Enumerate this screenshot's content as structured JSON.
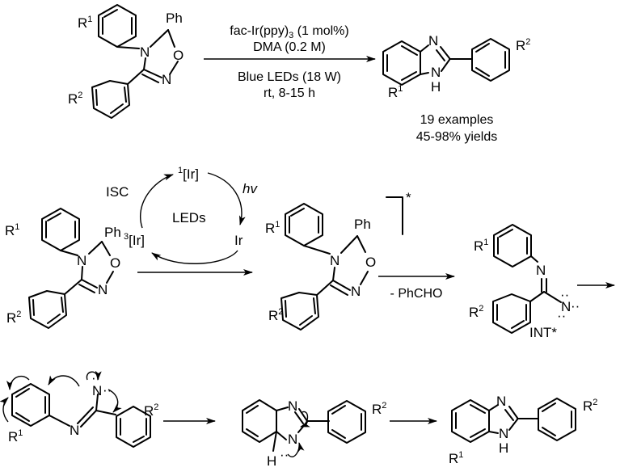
{
  "conditions": {
    "catalyst": "fac-Ir(ppy)",
    "catalyst_sub": "3",
    "catalyst_load": " (1 mol%)",
    "solvent": "DMA (0.2 M)",
    "light": "Blue LEDs (18 W)",
    "temp_time": "rt, 8-15 h"
  },
  "scope": {
    "examples": "19 examples",
    "yields": "45-98% yields"
  },
  "atoms": {
    "R": "R",
    "one": "1",
    "two": "2",
    "N": "N",
    "O": "O",
    "H": "H",
    "Ph": "Ph",
    "star": "*",
    "INT": "INT*",
    "dots": "··"
  },
  "cycle": {
    "isc": "ISC",
    "leds": "LEDs",
    "hv": "hv",
    "singlet_sup": "1",
    "singlet": "[Ir]",
    "triplet_sup": "3",
    "triplet": "[Ir]",
    "ground": "Ir",
    "ph3": "Ph"
  },
  "byproduct": "- PhCHO"
}
